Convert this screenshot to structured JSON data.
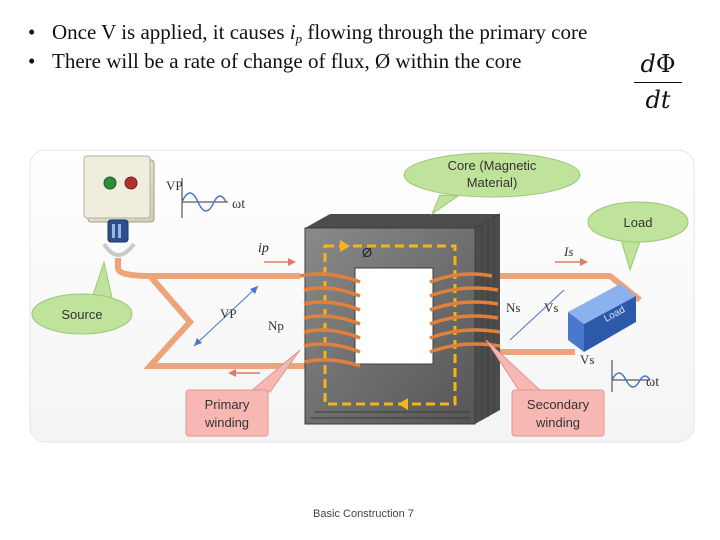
{
  "bullets": [
    {
      "before": "Once V is applied, it causes ",
      "var": "i",
      "sub": "p",
      "after": " flowing through the primary core"
    },
    {
      "text": "There will be a rate of change of flux, Ø within the core"
    }
  ],
  "formula": {
    "numerator_d": "d",
    "numerator_sym": "Φ",
    "denominator": "dt"
  },
  "diagram": {
    "callouts": {
      "core": [
        "Core (Magnetic",
        "Material)"
      ],
      "load": "Load",
      "source": "Source",
      "primary_winding": [
        "Primary",
        "winding"
      ],
      "secondary_winding": [
        "Secondary",
        "winding"
      ]
    },
    "labels": {
      "vp_wave": "VP",
      "wt_top": "ωt",
      "ip": "ip",
      "phi": "Ø",
      "is": "Is",
      "ns": "Ns",
      "vs": "Vs",
      "vp": "VP",
      "np": "Np",
      "vs_wave": "Vs",
      "wt_bottom": "ωt",
      "load_box": "Load"
    },
    "colors": {
      "callout_green": "#bfe39a",
      "callout_pink": "#f7b8b4",
      "core_gray": "#6e6e6e",
      "winding_orange": "#e0803a",
      "flux_yellow": "#f4b41a",
      "load_blue": "#3f6fc8"
    }
  },
  "footer": "Basic Construction 7"
}
